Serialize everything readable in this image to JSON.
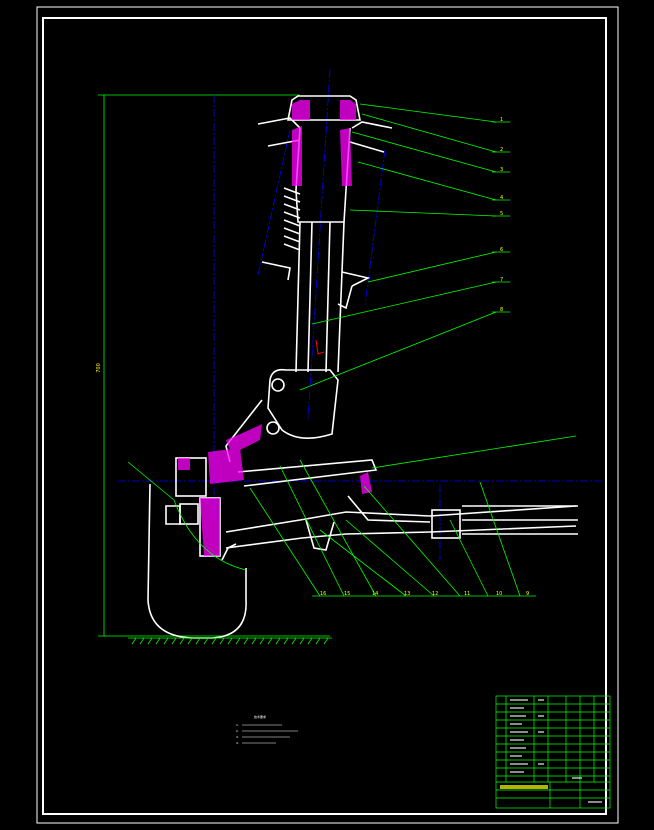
{
  "drawing": {
    "dimension_label": "700",
    "part_labels": [
      "1",
      "2",
      "3",
      "4",
      "5",
      "6",
      "7",
      "8",
      "9",
      "10",
      "11",
      "12",
      "13",
      "14",
      "15",
      "16"
    ],
    "notes_heading": "技术要求",
    "notes_lines": [
      "1.",
      "2.",
      "3.",
      "4."
    ],
    "colors": {
      "background": "#000000",
      "outline": "#ffffff",
      "centerline": "#0000ff",
      "leader": "#00ff00",
      "hatch": "#ff00ff",
      "text": "#ffff00",
      "red_mark": "#ff0000"
    }
  }
}
